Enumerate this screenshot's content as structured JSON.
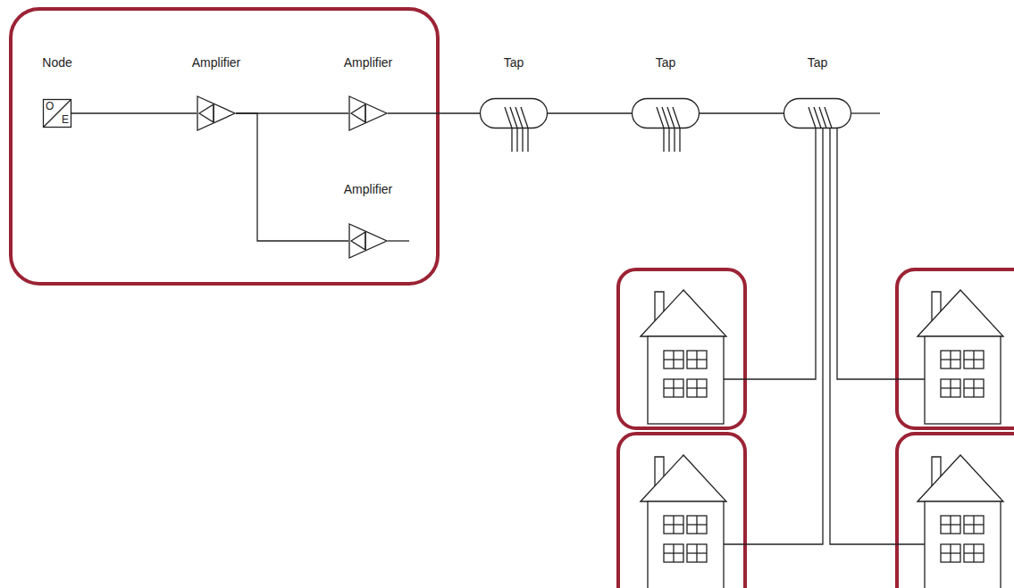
{
  "diagram": {
    "nodes": [
      {
        "text": [
          "Node",
          "O",
          "E"
        ]
      },
      {
        "text": [
          "Amplifier"
        ]
      },
      {
        "text": [
          "Amplifier"
        ]
      },
      {
        "text": [
          "Amplifier"
        ]
      },
      {
        "text": [
          "Tap"
        ]
      },
      {
        "text": [
          "Tap"
        ]
      },
      {
        "text": [
          "Tap"
        ]
      }
    ],
    "edges": [
      {
        "from": 0,
        "to": 1,
        "arrow": "none"
      },
      {
        "from": 1,
        "to": 2,
        "arrow": "none"
      },
      {
        "from": 1,
        "to": 3,
        "arrow": "none"
      },
      {
        "from": 2,
        "to": 4,
        "arrow": "none"
      },
      {
        "from": 4,
        "to": 5,
        "arrow": "none"
      },
      {
        "from": 5,
        "to": 6,
        "arrow": "none"
      }
    ]
  }
}
